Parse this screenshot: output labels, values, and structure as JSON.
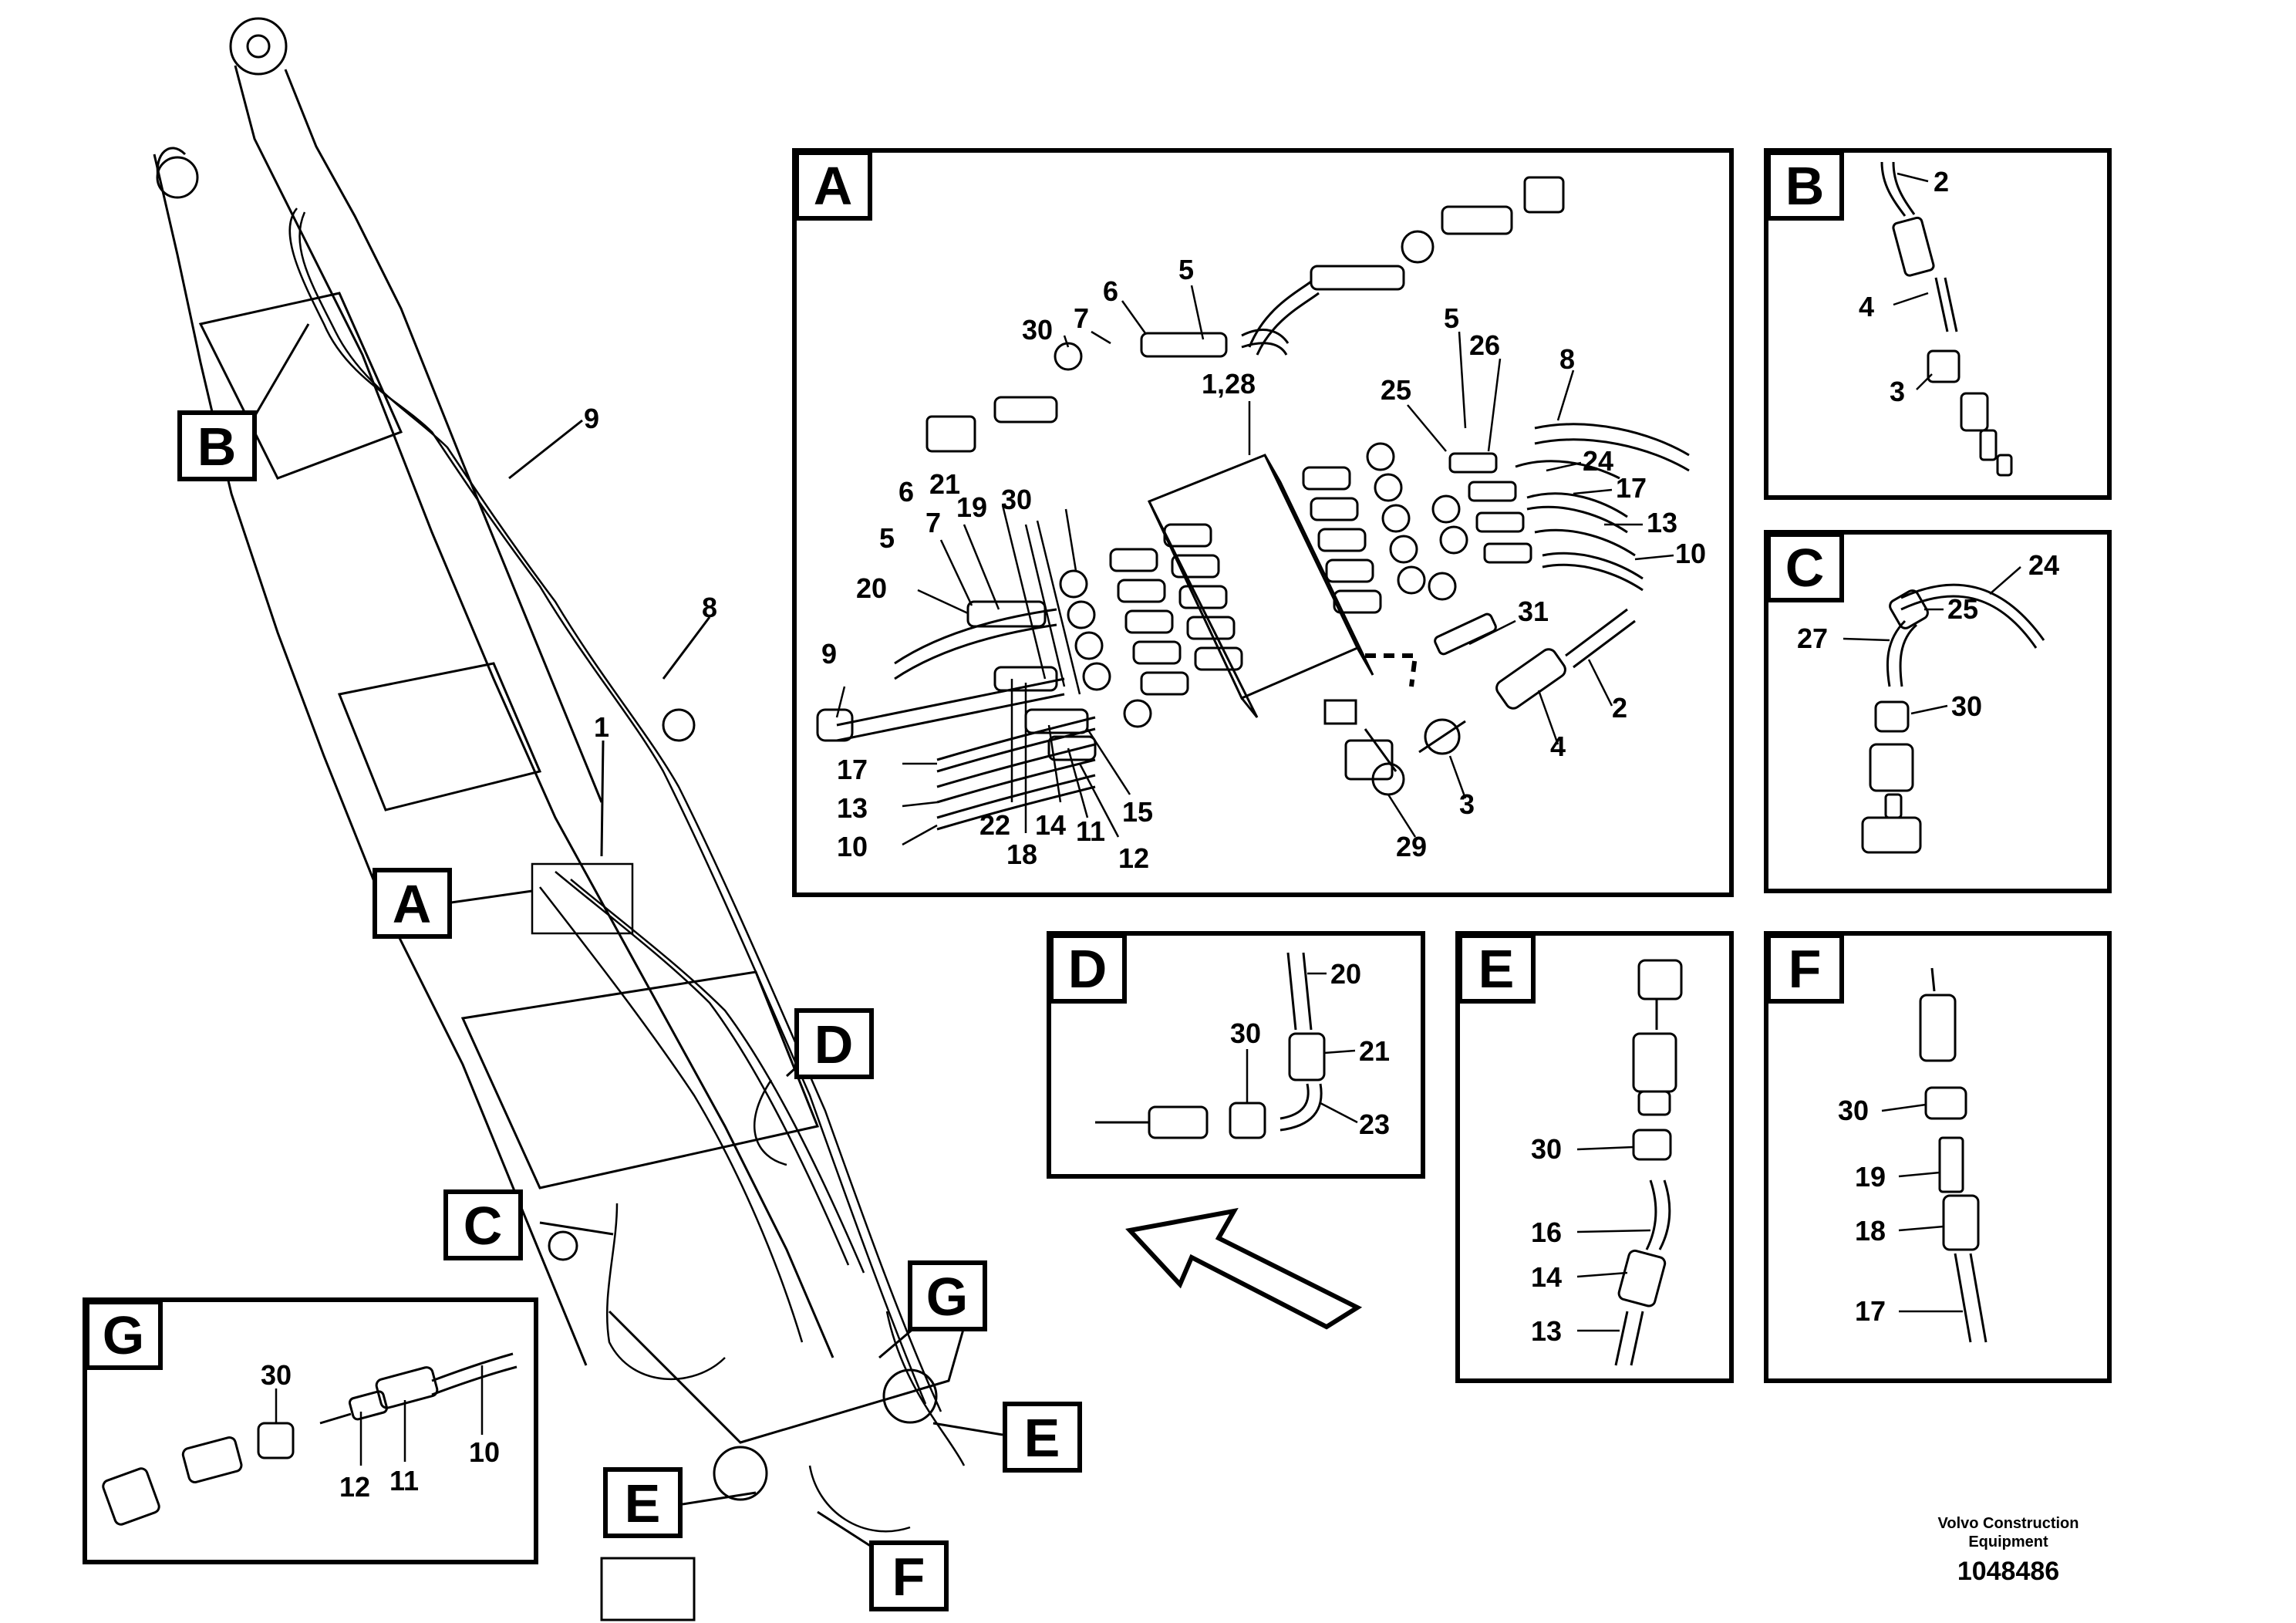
{
  "footer": {
    "company": "Volvo Construction Equipment",
    "document_number": "1048486"
  },
  "detail_tags": {
    "A": "A",
    "B": "B",
    "C": "C",
    "D": "D",
    "E": "E",
    "F": "F",
    "G": "G"
  },
  "part_numbers": {
    "p1": "1",
    "p1_28": "1,28",
    "p2": "2",
    "p3": "3",
    "p4": "4",
    "p5": "5",
    "p6": "6",
    "p7": "7",
    "p8": "8",
    "p9": "9",
    "p10": "10",
    "p11": "11",
    "p12": "12",
    "p13": "13",
    "p14": "14",
    "p15": "15",
    "p16": "16",
    "p17": "17",
    "p18": "18",
    "p19": "19",
    "p20": "20",
    "p21": "21",
    "p22": "22",
    "p23": "23",
    "p24": "24",
    "p25": "25",
    "p26": "26",
    "p27": "27",
    "p29": "29",
    "p30": "30",
    "p31": "31"
  }
}
